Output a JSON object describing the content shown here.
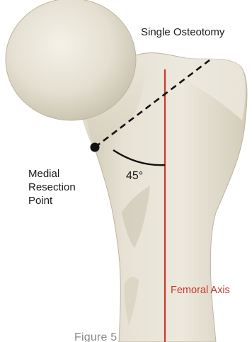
{
  "labels": {
    "osteotomy": "Single Osteotomy",
    "medial_line1": "Medial",
    "medial_line2": "Resection",
    "medial_line3": "Point",
    "angle": "45°",
    "femoral_axis": "Femoral Axis",
    "caption": "Figure 5"
  },
  "colors": {
    "bone_light": "#ebe7dc",
    "bone_mid": "#ddd7c6",
    "bone_shadow": "#c9c2ae",
    "axis_line": "#c8392e",
    "osteotomy_line": "#111111",
    "caption_text": "#8a8a8a"
  }
}
